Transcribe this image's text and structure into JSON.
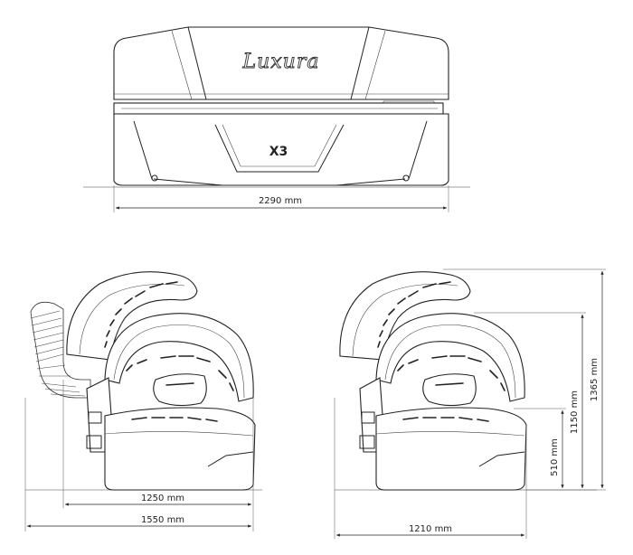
{
  "brand": {
    "logo_text": "Luxura",
    "model_mark": "X3"
  },
  "dimensions": {
    "front_width": "2290 mm",
    "base_length": "1250 mm",
    "total_length": "1550 mm",
    "side_length": "1210 mm",
    "height_total": "1365 mm",
    "height_top": "1150 mm",
    "height_bed": "510 mm"
  }
}
